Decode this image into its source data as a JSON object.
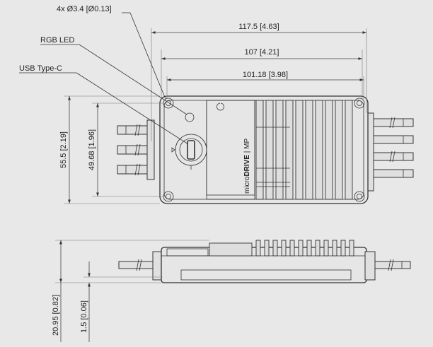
{
  "colors": {
    "background": "#e8e8e8",
    "line": "#333333"
  },
  "callouts": {
    "mounting_holes": "4x Ø3.4 [Ø0.13]",
    "rgb_led": "RGB LED",
    "usb": "USB Type-C"
  },
  "dimensions": {
    "overall_length": "117.5 [4.63]",
    "hole_spacing_length": "107 [4.21]",
    "body_length": "101.18 [3.98]",
    "overall_width": "55.5 [2.19]",
    "hole_spacing_width": "49.68 [1.96]",
    "overall_height": "20.95 [0.82]",
    "base_thickness": "1.5 [0.06]"
  },
  "product_label": {
    "prefix": "micro",
    "bold": "DRIVE",
    "suffix": "MP"
  }
}
